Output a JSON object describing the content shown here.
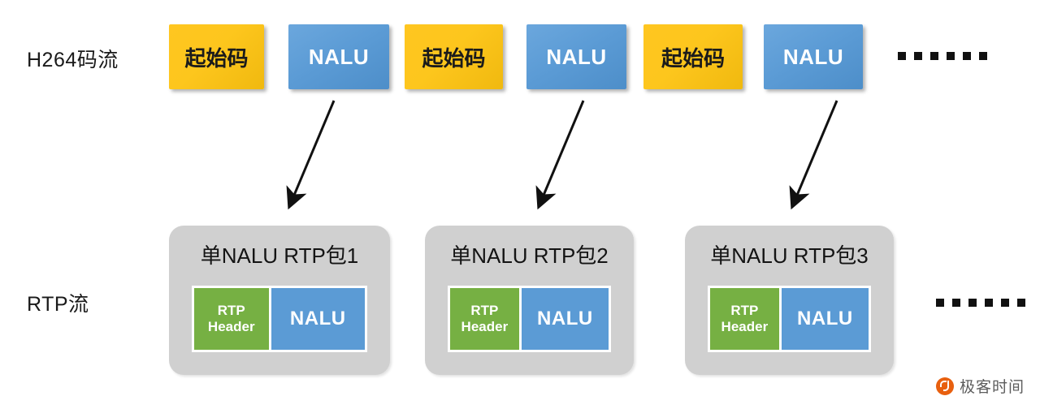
{
  "diagram": {
    "title": "H264 NALU to RTP packetization",
    "colors": {
      "start_code_fill": "#FFC620",
      "nalu_fill": "#5B9BD5",
      "rtp_header_fill": "#76B043",
      "packet_container_fill": "#D0D0D0",
      "arrow_stroke": "#111111",
      "watermark_orange": "#E8600F"
    }
  },
  "rows": {
    "h264_label": "H264码流",
    "rtp_label": "RTP流"
  },
  "stream_blocks": [
    {
      "id": "start-code-1",
      "label": "起始码",
      "kind": "start-code"
    },
    {
      "id": "nalu-1",
      "label": "NALU",
      "kind": "nalu"
    },
    {
      "id": "start-code-2",
      "label": "起始码",
      "kind": "start-code"
    },
    {
      "id": "nalu-2",
      "label": "NALU",
      "kind": "nalu"
    },
    {
      "id": "start-code-3",
      "label": "起始码",
      "kind": "start-code"
    },
    {
      "id": "nalu-3",
      "label": "NALU",
      "kind": "nalu"
    }
  ],
  "rtp_packets": [
    {
      "id": "rtp-packet-1",
      "title": "单NALU RTP包1",
      "header_line1": "RTP",
      "header_line2": "Header",
      "payload": "NALU"
    },
    {
      "id": "rtp-packet-2",
      "title": "单NALU RTP包2",
      "header_line1": "RTP",
      "header_line2": "Header",
      "payload": "NALU"
    },
    {
      "id": "rtp-packet-3",
      "title": "单NALU RTP包3",
      "header_line1": "RTP",
      "header_line2": "Header",
      "payload": "NALU"
    }
  ],
  "ellipsis": {
    "top": "······",
    "bottom": "······",
    "dot_count": 6
  },
  "arrows": [
    {
      "id": "arrow-nalu1-to-packet1",
      "from": "nalu-1",
      "to": "rtp-packet-1"
    },
    {
      "id": "arrow-nalu2-to-packet2",
      "from": "nalu-2",
      "to": "rtp-packet-2"
    },
    {
      "id": "arrow-nalu3-to-packet3",
      "from": "nalu-3",
      "to": "rtp-packet-3"
    }
  ],
  "watermark": {
    "text": "极客时间",
    "icon": "geekbang-logo-icon"
  }
}
